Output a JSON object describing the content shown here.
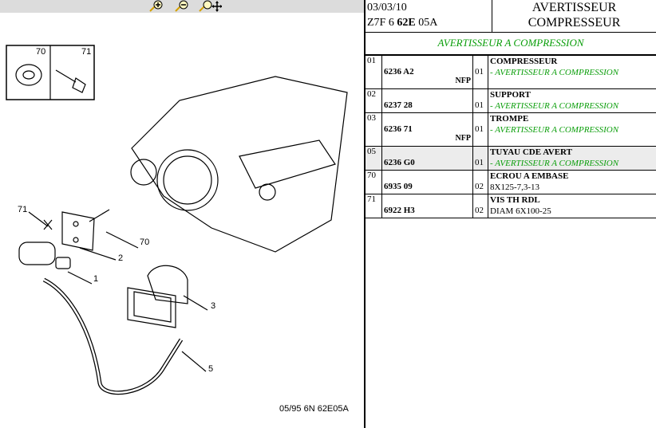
{
  "toolbar": {
    "icons": [
      "zoom-in-icon",
      "zoom-out-icon",
      "zoom-pan-icon"
    ]
  },
  "diagram": {
    "inset_labels": [
      "70",
      "71"
    ],
    "callouts": {
      "c71": "71",
      "c70": "70",
      "c2": "2",
      "c1": "1",
      "c3": "3",
      "c5": "5"
    },
    "footer": "05/95 6N 62E05A"
  },
  "header": {
    "date": "03/03/10",
    "code_prefix": "Z7F 6 ",
    "code_bold": "62E",
    "code_suffix": " 05A",
    "title_line1": "AVERTISSEUR",
    "title_line2": "COMPRESSEUR"
  },
  "subtitle": "AVERTISSEUR A COMPRESSION",
  "rows": [
    {
      "index": "01",
      "ref": "6236 A2",
      "nfp": "NFP",
      "qty": "01",
      "name": "COMPRESSEUR",
      "desc": "- AVERTISSEUR A COMPRESSION"
    },
    {
      "index": "02",
      "ref": "6237 28",
      "nfp": "",
      "qty": "01",
      "name": "SUPPORT",
      "desc": "- AVERTISSEUR A COMPRESSION"
    },
    {
      "index": "03",
      "ref": "6236 71",
      "nfp": "NFP",
      "qty": "01",
      "name": "TROMPE",
      "desc": "- AVERTISSEUR A COMPRESSION"
    },
    {
      "index": "05",
      "ref": "6236 G0",
      "nfp": "",
      "qty": "01",
      "name": "TUYAU CDE AVERT",
      "desc": "- AVERTISSEUR A COMPRESSION"
    },
    {
      "index": "70",
      "ref": "6935 09",
      "nfp": "",
      "qty": "02",
      "name": "ECROU A EMBASE",
      "desc": "8X125-7,3-13"
    },
    {
      "index": "71",
      "ref": "6922 H3",
      "nfp": "",
      "qty": "02",
      "name": "VIS TH RDL",
      "desc": "DIAM 6X100-25"
    }
  ],
  "colors": {
    "green": "#0a9e0a",
    "highlight": "#ececec"
  }
}
